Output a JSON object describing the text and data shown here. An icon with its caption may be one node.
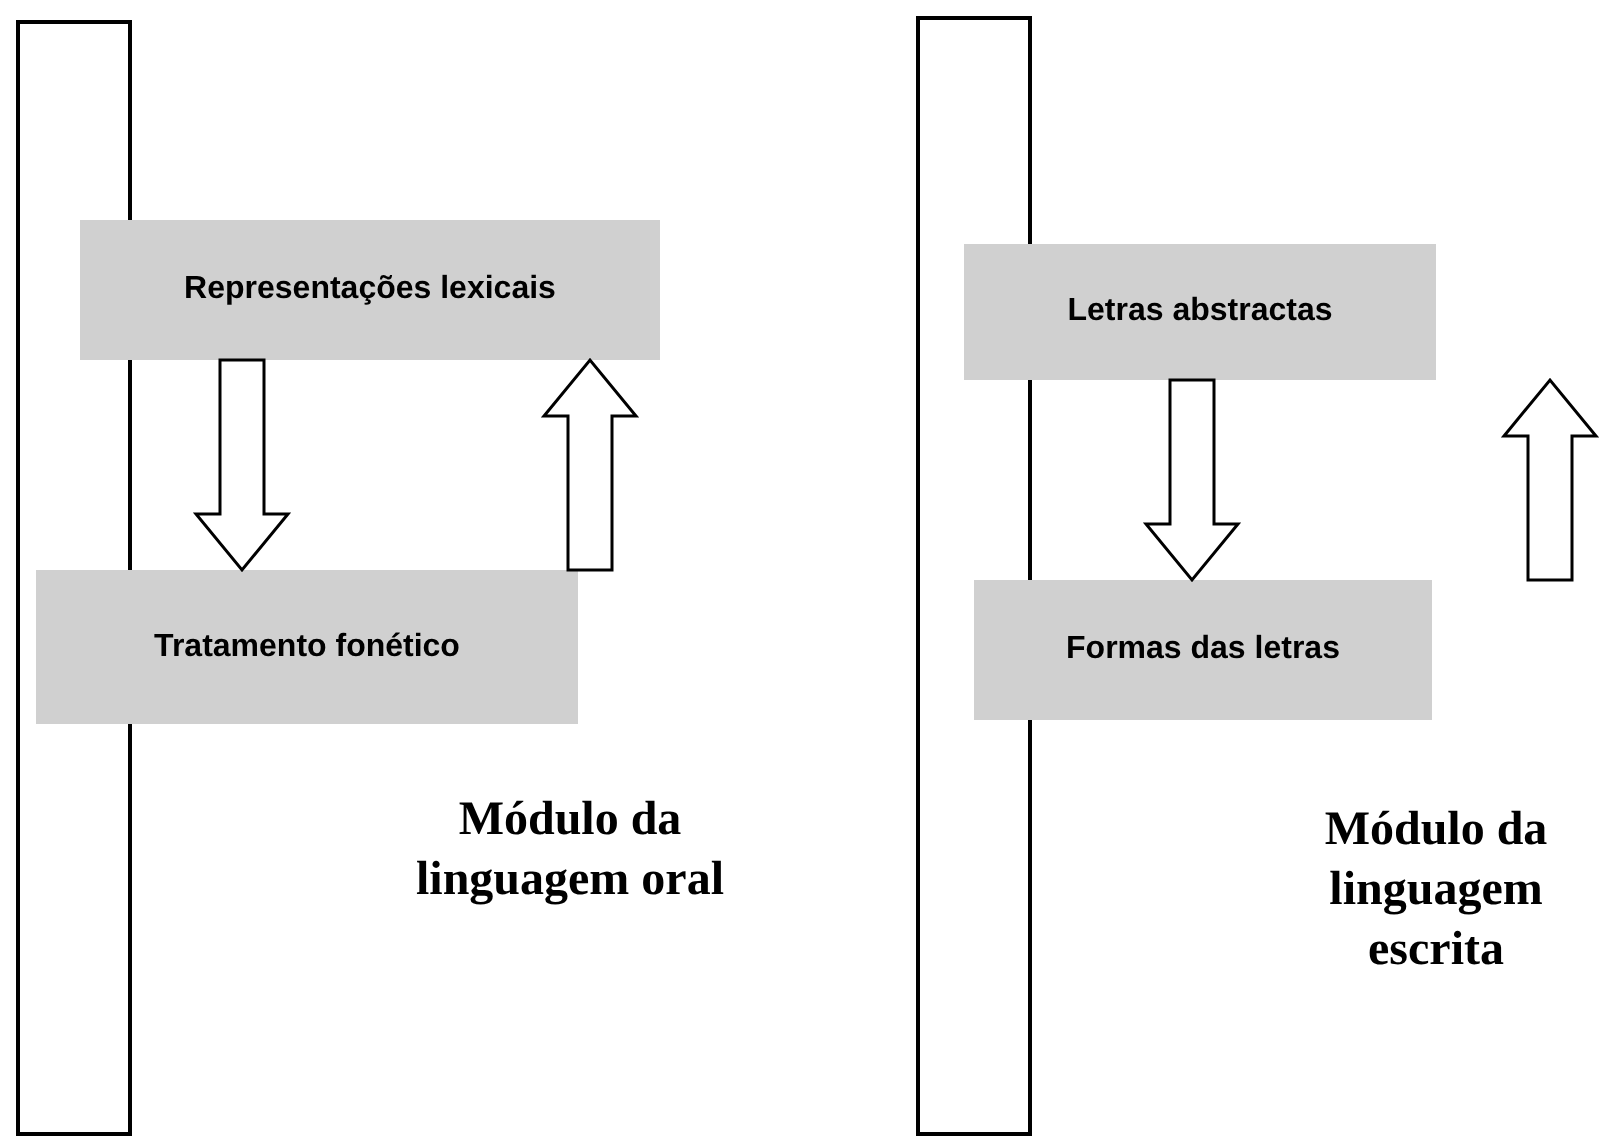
{
  "diagram": {
    "nodes": [
      {
        "text": [],
        "shape": "bar"
      },
      {
        "text": [
          "Representações lexicais"
        ]
      },
      {
        "text": [
          "Tratamento fonético"
        ]
      },
      {
        "text": [],
        "shape": "bar"
      },
      {
        "text": [
          "Letras abstractas"
        ]
      },
      {
        "text": [
          "Formas das letras"
        ]
      }
    ],
    "edges": [
      {
        "from": 1,
        "to": 2,
        "arrow": "to"
      },
      {
        "from": 2,
        "to": 1,
        "arrow": "to"
      },
      {
        "from": 4,
        "to": 5,
        "arrow": "to"
      },
      {
        "from": 5,
        "to": 4,
        "arrow": "to"
      }
    ],
    "labels": [
      "Módulo da linguagem oral",
      "Módulo da linguagem escrita"
    ]
  }
}
